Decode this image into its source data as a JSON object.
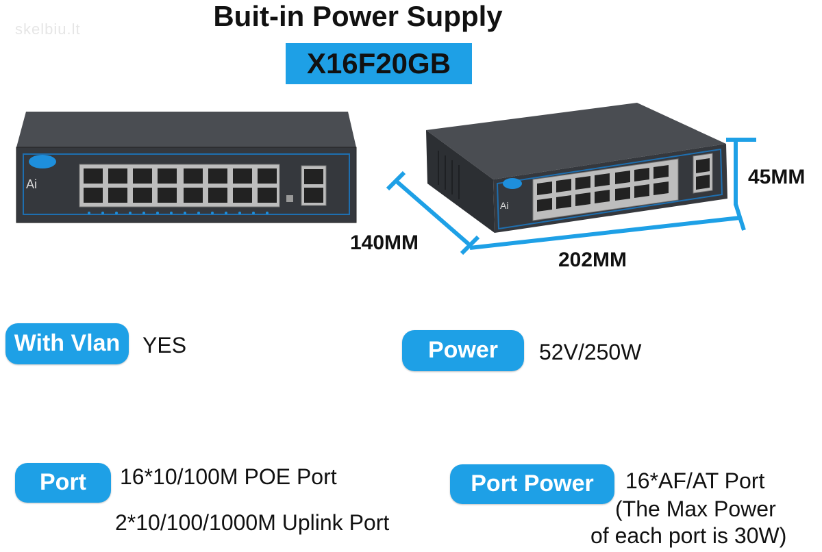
{
  "watermark": "skelbiu.lt",
  "title": "Buit-in Power Supply",
  "model": "X16F20GB",
  "dimensions": {
    "depth": "140MM",
    "width": "202MM",
    "height": "45MM"
  },
  "specs": {
    "vlan": {
      "label": "With Vlan",
      "value": "YES"
    },
    "power": {
      "label": "Power",
      "value": "52V/250W"
    },
    "port": {
      "label": "Port",
      "line1": "16*10/100M POE Port",
      "line2": "2*10/100/1000M Uplink Port"
    },
    "port_power": {
      "label": "Port Power",
      "line1": "16*AF/AT Port",
      "line2": "(The Max Power",
      "line3": "of each port is 30W)"
    }
  },
  "colors": {
    "accent": "#1ea0e6",
    "device_body": "#3a3d42",
    "text": "#111111"
  }
}
